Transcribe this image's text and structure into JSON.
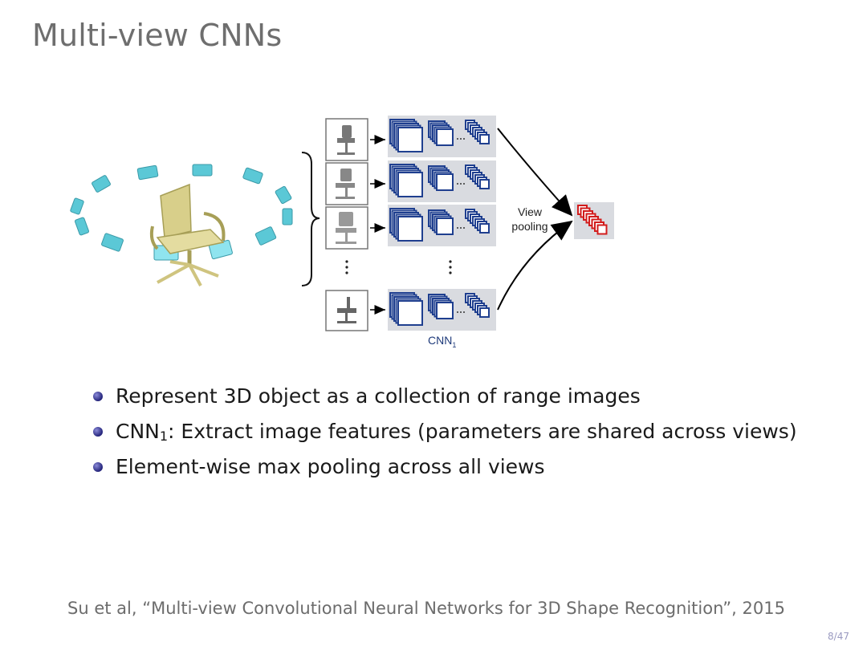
{
  "slide": {
    "title": "Multi-view CNNs",
    "page_number": "8/47"
  },
  "figure": {
    "view_pooling_label_line1": "View",
    "view_pooling_label_line2": "pooling",
    "cnn_label": "CNN",
    "cnn_label_subscript": "1",
    "colors": {
      "camera": "#5bc8d6",
      "feature_map": "#1f3f8f",
      "pooled_map": "#d21c1c",
      "panel_bg": "#d9dbe0",
      "chair": "#d8cf8a"
    }
  },
  "bullets": [
    {
      "text": "Represent 3D object as a collection of range images"
    },
    {
      "pre": "CNN",
      "sub": "1",
      "post": ": Extract image features (parameters are shared across views)"
    },
    {
      "text": "Element-wise max pooling across all views"
    }
  ],
  "citation": "Su et al, “Multi-view Convolutional Neural Networks for 3D Shape Recognition”, 2015"
}
